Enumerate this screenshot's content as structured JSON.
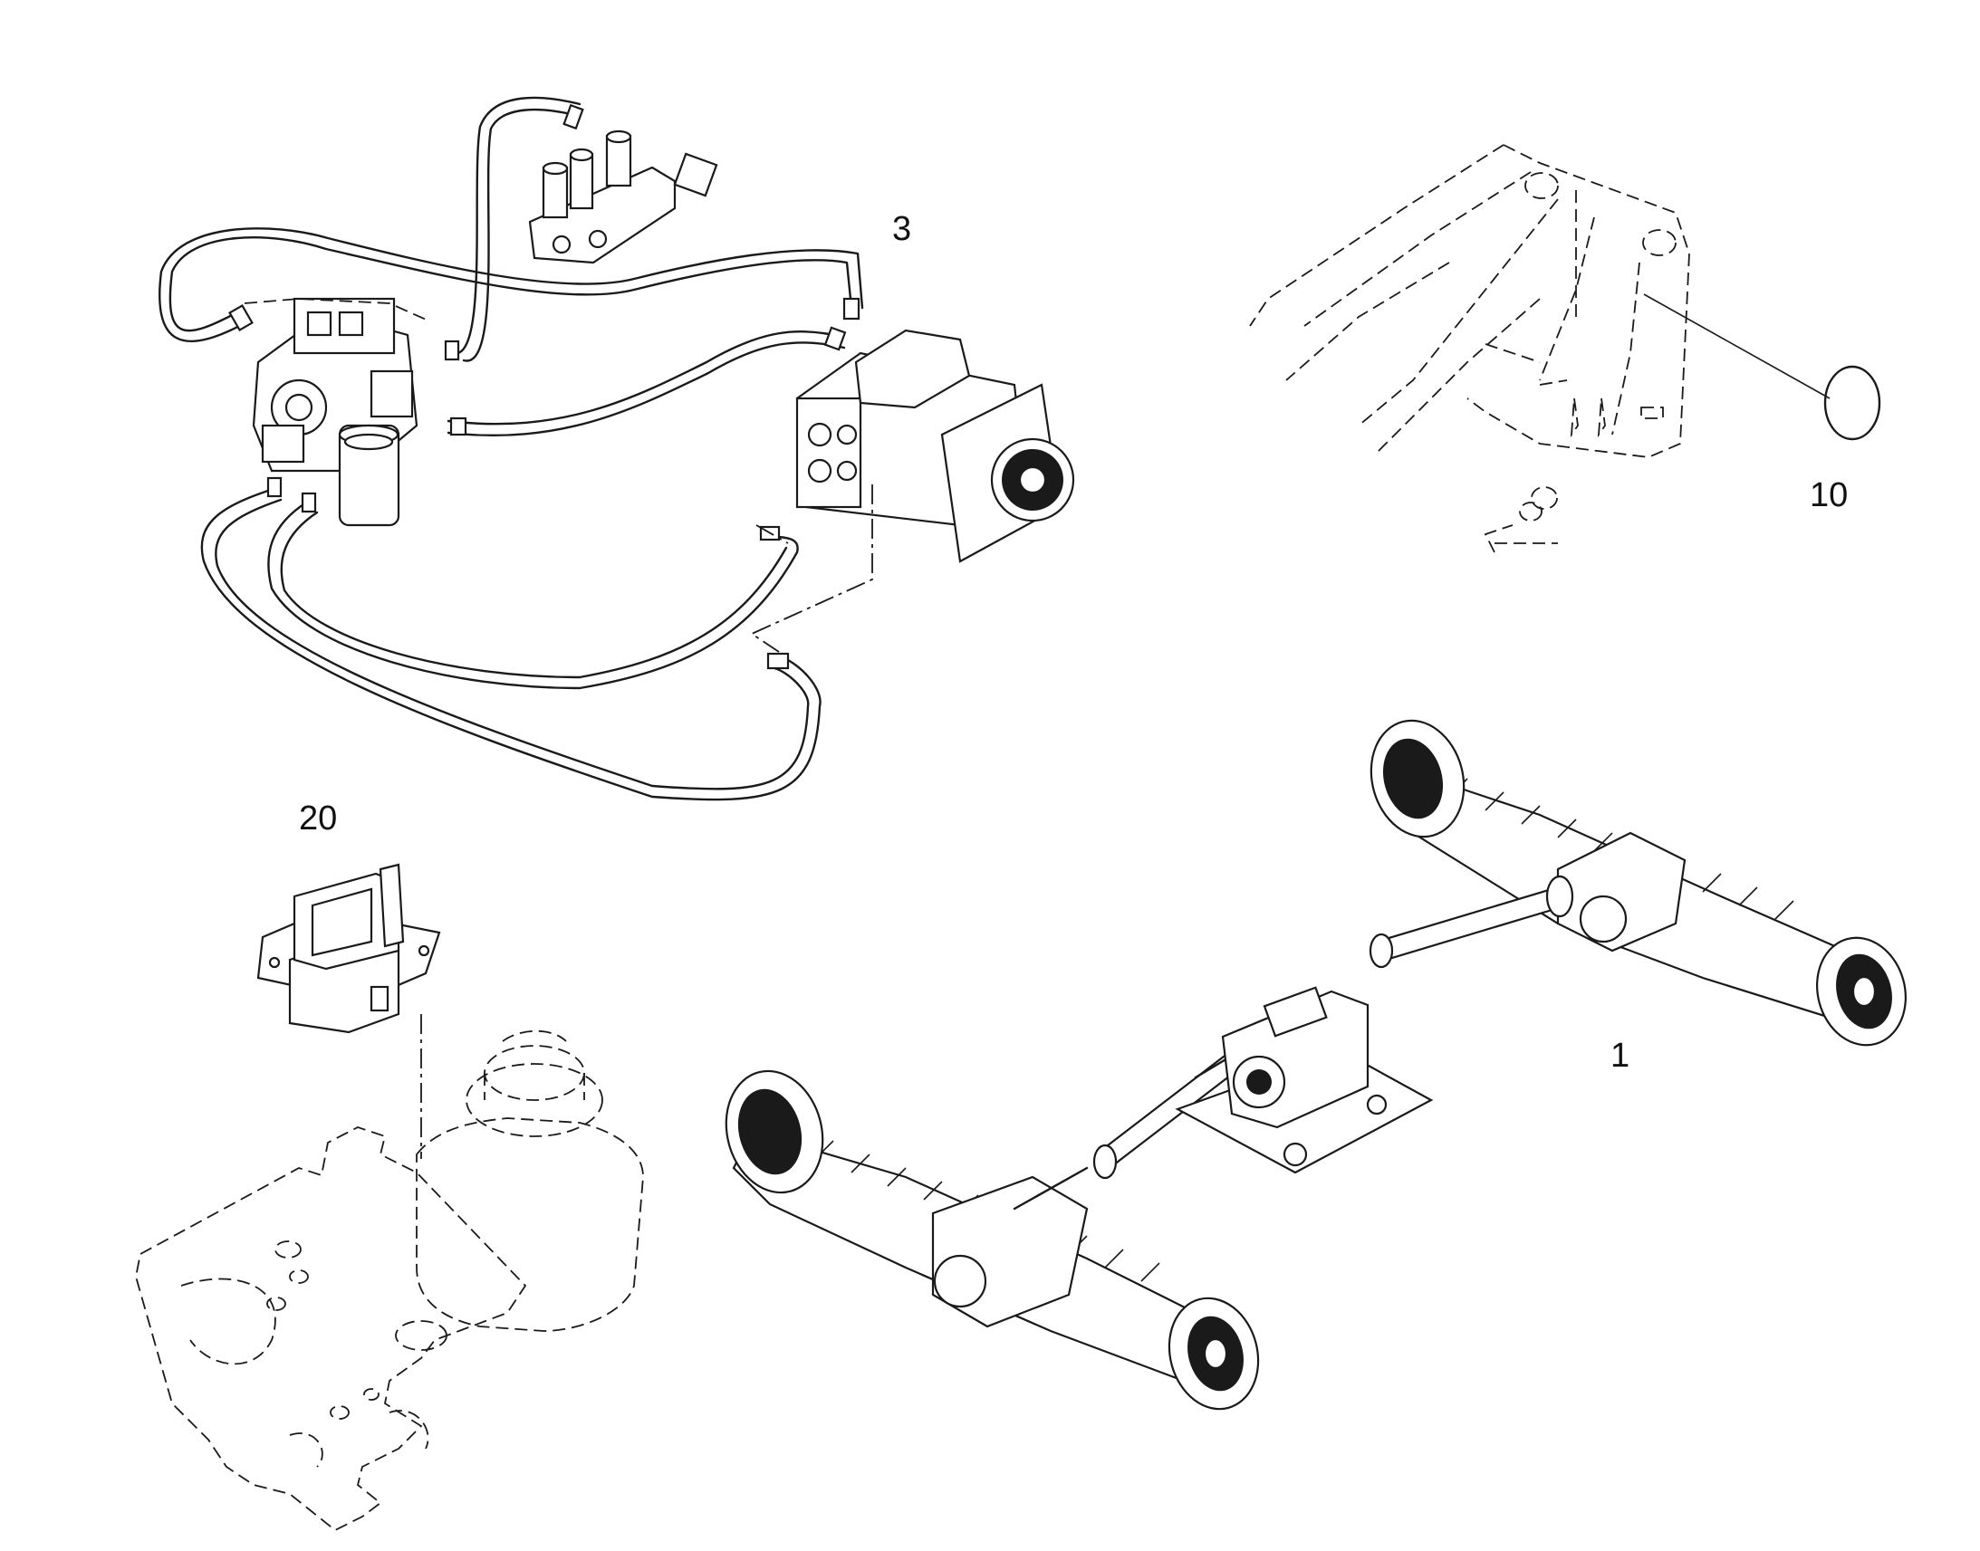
{
  "callouts": [
    {
      "id": "callout-3",
      "text": "3"
    },
    {
      "id": "callout-10",
      "text": "10"
    },
    {
      "id": "callout-20",
      "text": "20"
    },
    {
      "id": "callout-1",
      "text": "1"
    }
  ],
  "colors": {
    "line": "#1a1a1a",
    "background": "#ffffff"
  }
}
